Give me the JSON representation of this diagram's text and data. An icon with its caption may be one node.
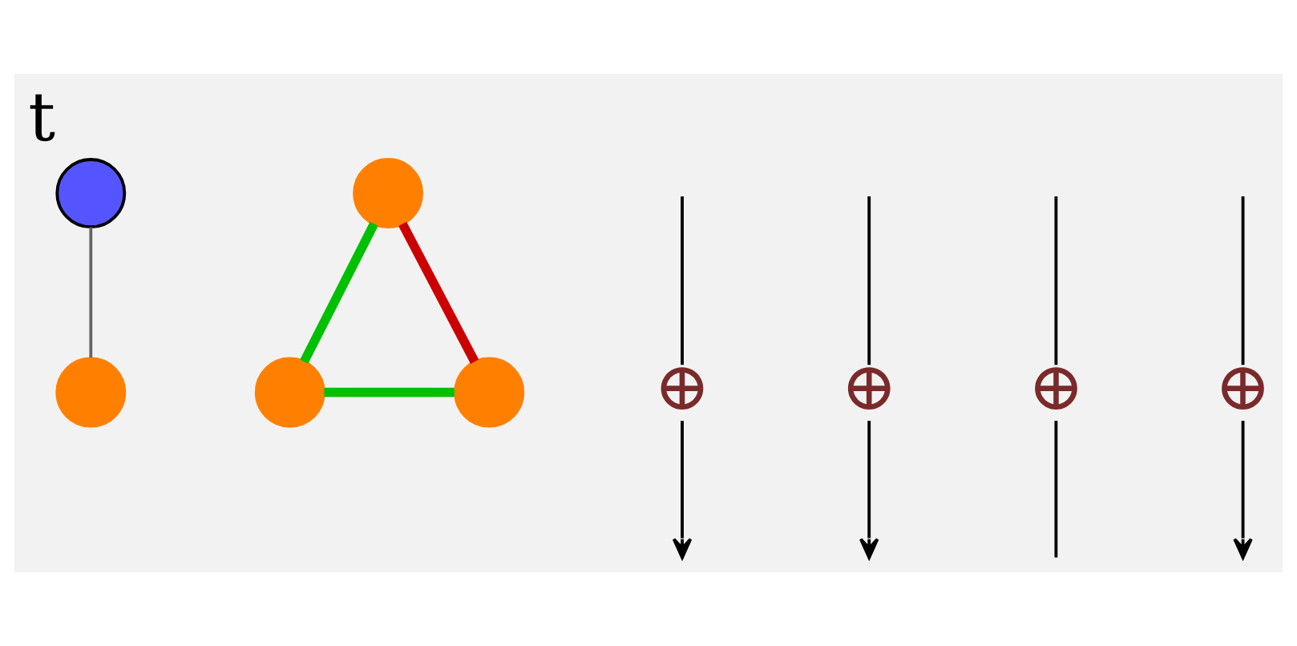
{
  "diagram": {
    "nodes": [
      {
        "text": [],
        "shape": "circle",
        "beside": [
          "t"
        ]
      },
      {
        "text": [],
        "shape": "circle"
      },
      {
        "text": [],
        "shape": "circle"
      },
      {
        "text": [],
        "shape": "circle"
      },
      {
        "text": [],
        "shape": "circle"
      },
      {
        "text": [
          "⊕"
        ]
      },
      {
        "text": [
          "⊕"
        ]
      },
      {
        "text": [
          "⊕"
        ]
      },
      {
        "text": [
          "⊕"
        ]
      }
    ],
    "edges": [
      {
        "from": 0,
        "to": 1,
        "arrow": "none",
        "color": "#666666"
      },
      {
        "from": 2,
        "to": 3,
        "arrow": "none",
        "style": "thick",
        "color": "#00c000"
      },
      {
        "from": 2,
        "to": 4,
        "arrow": "none",
        "style": "thick",
        "color": "#cc0000"
      },
      {
        "from": 3,
        "to": 4,
        "arrow": "none",
        "style": "thick",
        "color": "#00c000"
      },
      {
        "from": null,
        "to": 5,
        "arrow": "none"
      },
      {
        "from": 5,
        "to": null,
        "arrow": "to"
      },
      {
        "from": null,
        "to": 6,
        "arrow": "none"
      },
      {
        "from": 6,
        "to": null,
        "arrow": "to"
      },
      {
        "from": null,
        "to": 7,
        "arrow": "none"
      },
      {
        "from": 7,
        "to": null,
        "arrow": "none"
      },
      {
        "from": null,
        "to": 8,
        "arrow": "none"
      },
      {
        "from": 8,
        "to": null,
        "arrow": "to"
      }
    ]
  }
}
